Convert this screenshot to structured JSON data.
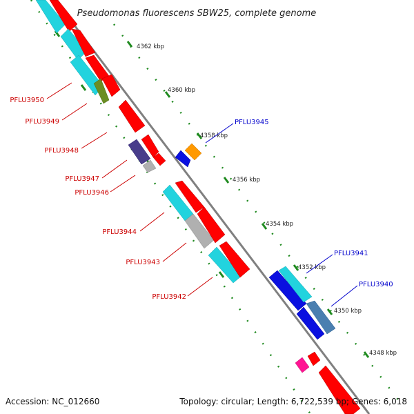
{
  "title": "Pseudomonas fluorescens SBW25, complete genome",
  "footer": {
    "accession": "Accession: NC_012660",
    "summary": "Topology: circular; Length: 6,722,539 bp; Genes: 6,018"
  },
  "scale_labels": [
    "4362 kbp",
    "4360 kbp",
    "4358 kbp",
    "4356 kbp",
    "4354 kbp",
    "4352 kbp",
    "4350 kbp",
    "4348 kbp"
  ],
  "gene_labels": {
    "reverse_strand": [
      "PFLU3950",
      "PFLU3949",
      "PFLU3948",
      "PFLU3947",
      "PFLU3946",
      "PFLU3944",
      "PFLU3943",
      "PFLU3942"
    ],
    "forward_strand": [
      "PFLU3945",
      "PFLU3941",
      "PFLU3940"
    ]
  },
  "colors": {
    "backbone": "#808080",
    "scale_dots": "#1f8a1f",
    "reverse_label": "#cc0000",
    "forward_label": "#0000cc",
    "cds": "#ff0000",
    "cds_cyan": "#22d3de",
    "cds_blue": "#0a10e0",
    "cds_steel": "#4a7fb0",
    "cds_orange": "#ff9900",
    "cds_magenta": "#ff1493",
    "cds_grey": "#b0b0b0",
    "cds_olive": "#6b8e23",
    "cds_purple": "#483d8b"
  }
}
